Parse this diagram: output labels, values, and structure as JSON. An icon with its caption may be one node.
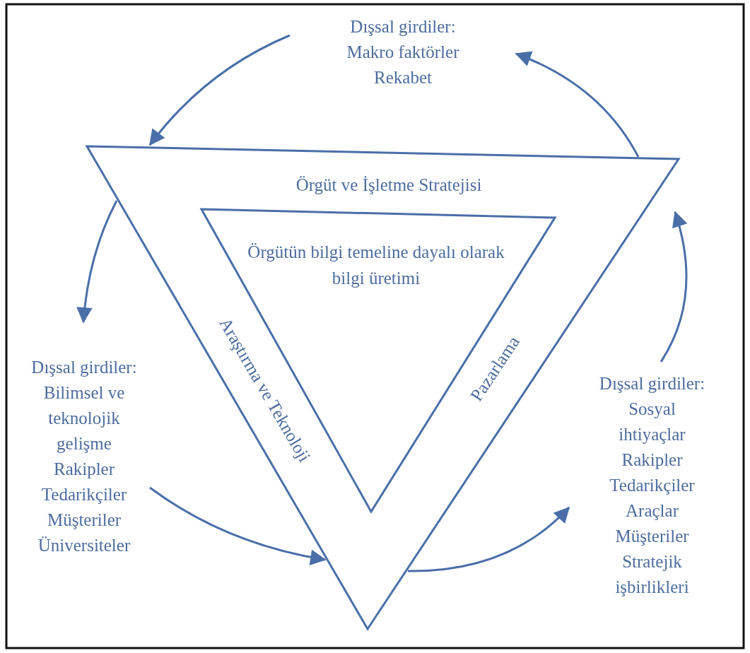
{
  "diagram": {
    "nodes": [
      {
        "text": [
          "Örgüt ve İşletme Stratejisi",
          "Araştırma ve Teknoloji",
          "Pazarlama"
        ]
      },
      {
        "text": [
          "Örgütün bilgi temeline dayalı olarak bilgi üretimi"
        ],
        "in": 0
      },
      {
        "text": [
          "Dışsal girdiler:",
          "Makro faktörler Rekabet"
        ]
      },
      {
        "text": [
          "Dışsal girdiler:",
          "Bilimsel ve teknolojik gelişme Rakipler Tedarikçiler Müşteriler Üniversiteler"
        ]
      },
      {
        "text": [
          "Dışsal girdiler:",
          "Sosyal ihtiyaçlar Rakipler Tedarikçiler Araçlar Müşteriler Stratejik işbirlikleri"
        ]
      }
    ],
    "edges": [
      {
        "from": 2,
        "to": 0,
        "arrow": "to"
      },
      {
        "from": 0,
        "to": 2,
        "arrow": "to"
      },
      {
        "from": 0,
        "to": 3,
        "arrow": "to"
      },
      {
        "from": 3,
        "to": 0,
        "arrow": "to"
      },
      {
        "from": 0,
        "to": 4,
        "arrow": "to"
      },
      {
        "from": 4,
        "to": 0,
        "arrow": "to"
      }
    ]
  }
}
